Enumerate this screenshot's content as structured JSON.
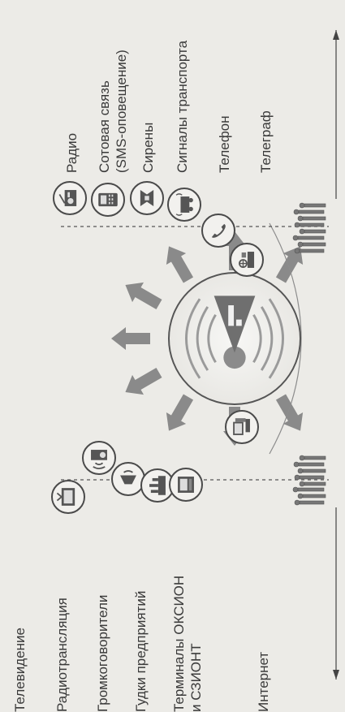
{
  "left_labels": {
    "television": "Телевидение",
    "radio_broadcast": "Радиотрансляция",
    "loudspeakers": "Громкоговорители",
    "factory_horns": "Гудки предприятий",
    "terminals": "Терминалы ОКСИОН\nи СЗИОНТ",
    "internet": "Интернет"
  },
  "right_labels": {
    "radio": "Радио",
    "cellular": "Сотовая связь\n(SMS-оповещение)",
    "sirens": "Сирены",
    "transport_signals": "Сигналы транспорта",
    "telephone": "Телефон",
    "telegraph": "Телеграф"
  },
  "icons": [
    "television-icon",
    "radio-broadcast-icon",
    "loudspeaker-icon",
    "factory-horn-icon",
    "terminal-icon",
    "computer-icon",
    "radio-icon",
    "cellphone-icon",
    "siren-icon",
    "transport-signal-icon",
    "telephone-icon",
    "telegraph-icon"
  ]
}
